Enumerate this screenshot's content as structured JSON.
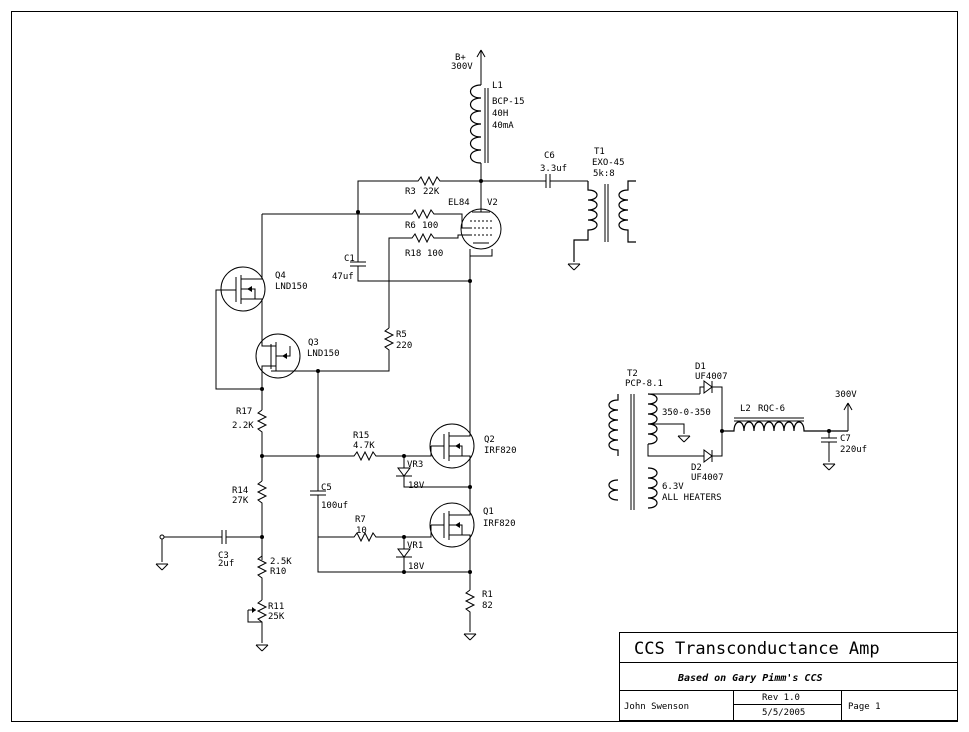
{
  "supply": {
    "label": "B+",
    "voltage": "300V"
  },
  "components": {
    "L1": {
      "ref": "L1",
      "part": "BCP-15",
      "value1": "40H",
      "value2": "40mA"
    },
    "C6": {
      "ref": "C6",
      "value": "3.3uf"
    },
    "T1": {
      "ref": "T1",
      "part": "EXO-45",
      "ratio": "5k:8"
    },
    "R3": {
      "ref": "R3",
      "value": "22K"
    },
    "V2": {
      "tube": "EL84",
      "ref": "V2"
    },
    "R6": {
      "ref": "R6",
      "value": "100"
    },
    "R18": {
      "ref": "R18",
      "value": "100"
    },
    "C1": {
      "ref": "C1",
      "value": "47uf"
    },
    "Q4": {
      "ref": "Q4",
      "part": "LND150"
    },
    "Q3": {
      "ref": "Q3",
      "part": "LND150"
    },
    "R5": {
      "ref": "R5",
      "value": "220"
    },
    "R17": {
      "ref": "R17",
      "value": "2.2K"
    },
    "R15": {
      "ref": "R15",
      "value": "4.7K"
    },
    "Q2": {
      "ref": "Q2",
      "part": "IRF820"
    },
    "VR3": {
      "ref": "VR3",
      "value": "18V"
    },
    "C5": {
      "ref": "C5",
      "value": "100uf"
    },
    "R14": {
      "ref": "R14",
      "value": "27K"
    },
    "R7": {
      "ref": "R7",
      "value": "10"
    },
    "Q1": {
      "ref": "Q1",
      "part": "IRF820"
    },
    "VR1": {
      "ref": "VR1",
      "value": "18V"
    },
    "C3": {
      "ref": "C3",
      "value": "2uf"
    },
    "R10": {
      "ref": "R10",
      "value": "2.5K"
    },
    "R11": {
      "ref": "R11",
      "value": "25K"
    },
    "R1": {
      "ref": "R1",
      "value": "82"
    },
    "T2": {
      "ref": "T2",
      "part": "PCP-8.1",
      "secondary": "350-0-350",
      "heater1": "6.3V",
      "heater2": "ALL HEATERS"
    },
    "D1": {
      "ref": "D1",
      "part": "UF4007"
    },
    "D2": {
      "ref": "D2",
      "part": "UF4007"
    },
    "L2": {
      "ref": "L2",
      "part": "RQC-6"
    },
    "C7": {
      "ref": "C7",
      "value": "220uf"
    },
    "PSU_OUT": {
      "voltage": "300V"
    }
  },
  "title_block": {
    "title": "CCS Transconductance Amp",
    "subtitle": "Based on Gary Pimm's CCS",
    "author": "John Swenson",
    "revision": "Rev 1.0",
    "date": "5/5/2005",
    "page": "Page 1"
  }
}
